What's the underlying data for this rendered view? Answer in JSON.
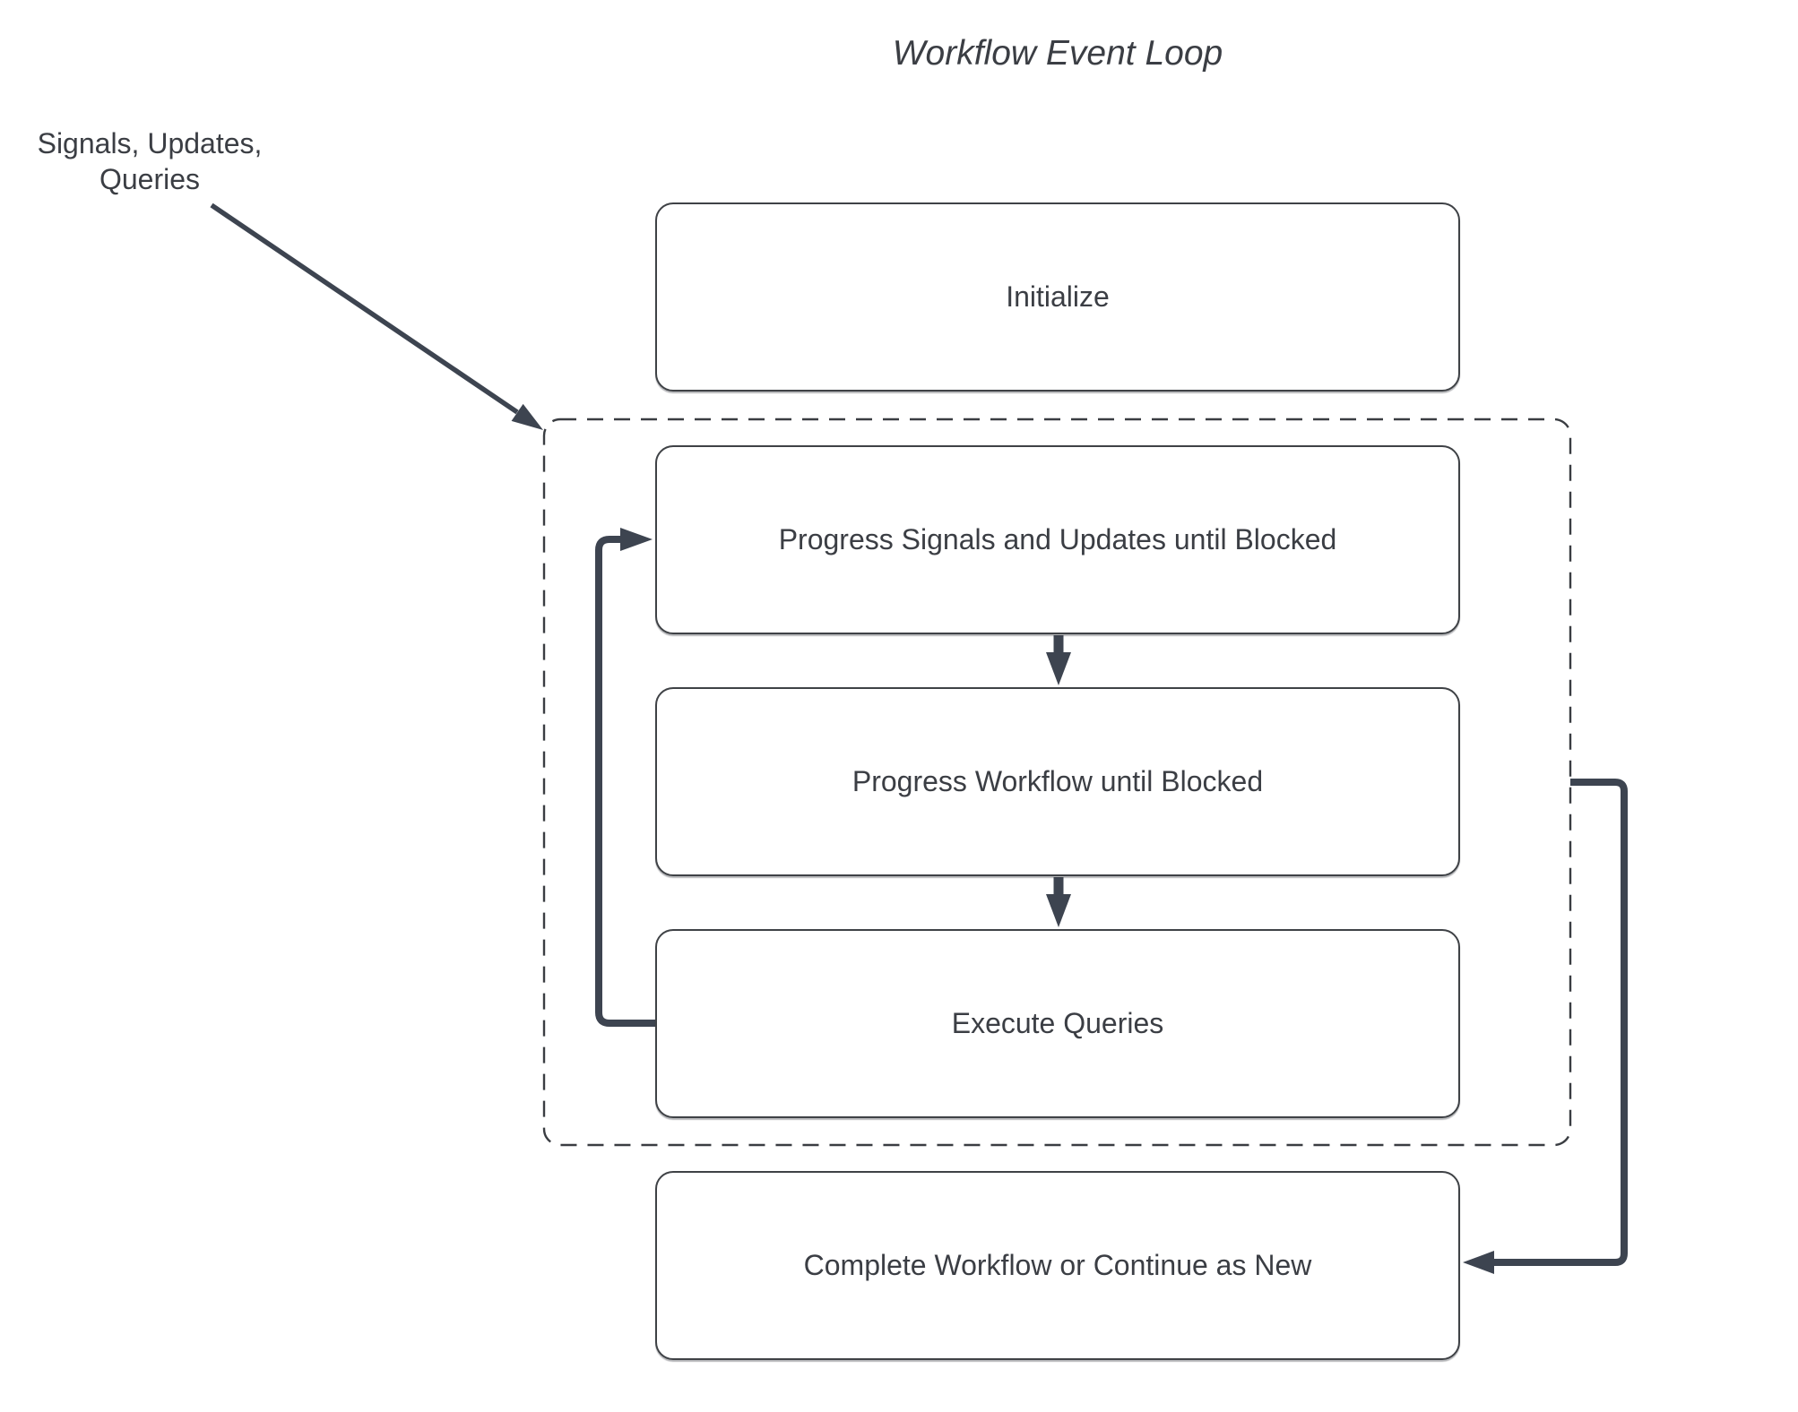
{
  "title": "Workflow Event Loop",
  "annotation": {
    "line1": "Signals, Updates,",
    "line2": "Queries"
  },
  "nodes": {
    "initialize": {
      "label": "Initialize"
    },
    "progress_signals": {
      "label": "Progress Signals and Updates until Blocked"
    },
    "progress_workflow": {
      "label": "Progress Workflow until Blocked"
    },
    "execute_queries": {
      "label": "Execute Queries"
    },
    "complete": {
      "label": "Complete Workflow or Continue as New"
    }
  },
  "edges": {
    "signals_updates_queries_into_loop": "annotation arrow into event loop group",
    "progress_signals_to_progress_workflow": "down arrow",
    "progress_workflow_to_execute_queries": "down arrow",
    "execute_queries_back_to_progress_signals": "loop-back arrow on left",
    "event_loop_to_complete": "arrow from event loop group right edge into complete node"
  },
  "colors": {
    "background": "#ffffff",
    "connector": "#3d4450",
    "node_border": "#3f4246",
    "dashed_group_border": "#3a3d42",
    "text": "#3b3e44"
  }
}
